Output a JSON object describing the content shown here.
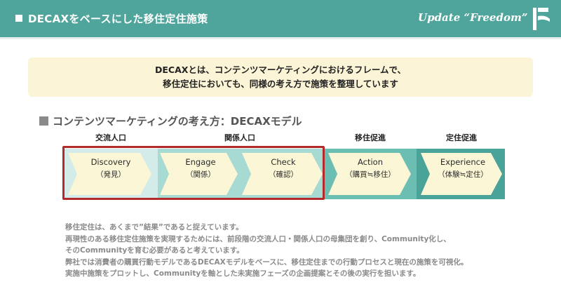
{
  "header": {
    "title": "DECAXをベースにした移住定住施策",
    "tagline": "Update “Freedom”"
  },
  "intro": {
    "line1": "DECAXとは、コンテンツマーケティングにおけるフレームで、",
    "line2": "移住定住においても、同様の考え方で施策を整理しています"
  },
  "section_title": "コンテンツマーケティングの考え方：DECAXモデル",
  "stages": {
    "interaction": "交流人口",
    "relationship": "関係人口",
    "migration": "移住促進",
    "settlement": "定住促進"
  },
  "steps": [
    {
      "label": "Discovery",
      "sub": "（発見）"
    },
    {
      "label": "Engage",
      "sub": "（関係）"
    },
    {
      "label": "Check",
      "sub": "（確認）"
    },
    {
      "label": "Action",
      "sub": "（購買≒移住）"
    },
    {
      "label": "Experience",
      "sub": "（体験≒定住）"
    }
  ],
  "notes": [
    "移住定住は、あくまで”結果”であると捉えています。",
    "再現性のある移住定住施策を実現するためには、前段階の交流人口・関係人口の母集団を創り、Community化し、",
    "そのCommunityを育む必要があると考えています。",
    "弊社では消費者の購買行動モデルであるDECAXモデルをベースに、移住定住までの行動プロセスと現在の施策を可視化。",
    "実施中施策をプロットし、Communityを軸とした未実施フェーズの企画提案とその後の実行を担います。"
  ],
  "colors": {
    "header_bg": "#4fa59c",
    "intro_bg": "#fbf4d6",
    "highlight_border": "#b42a2a",
    "band_light": "#cfe9e6",
    "band_mid": "#8fd0c6",
    "band_dark": "#5eb4a9",
    "band_darker": "#3e9a90",
    "card_fill": "#fbf6d6"
  }
}
